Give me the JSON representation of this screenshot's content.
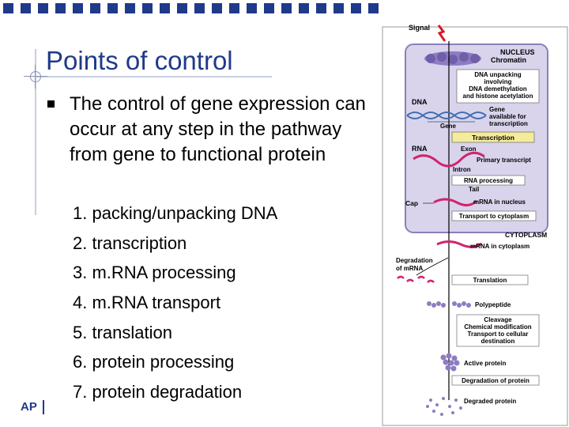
{
  "slide": {
    "title": "Points of control",
    "body": "The control of gene expression can occur at any step in the pathway from gene to functional protein",
    "list": [
      "1.  packing/unpacking DNA",
      "2.  transcription",
      "3.  m.RNA processing",
      "4.  m.RNA transport",
      "5.  translation",
      "6.  protein processing",
      "7.  protein degradation"
    ],
    "footer": "AP"
  },
  "figure": {
    "signal": "Signal",
    "nucleus": "NUCLEUS",
    "chromatin": "Chromatin",
    "dna_unpacking": [
      "DNA unpacking",
      "involving",
      "DNA demethylation",
      "and histone acetylation"
    ],
    "dna": "DNA",
    "gene_available": [
      "Gene",
      "available for",
      "transcription"
    ],
    "gene": "Gene",
    "transcription": "Transcription",
    "rna": "RNA",
    "exon": "Exon",
    "primary_transcript": "Primary transcript",
    "intron": "Intron",
    "rna_processing": "RNA processing",
    "tail": "Tail",
    "cap": "Cap",
    "mrna_nucleus": "mRNA in nucleus",
    "transport": "Transport to cytoplasm",
    "cytoplasm": "CYTOPLASM",
    "mrna_cytoplasm": "mRNA in cytoplasm",
    "degradation_mrna": [
      "Degradation",
      "of mRNA"
    ],
    "translation": "Translation",
    "polypeptide": "Polypeptide",
    "cleavage": [
      "Cleavage",
      "Chemical modification",
      "Transport to cellular",
      "destination"
    ],
    "active_protein": "Active protein",
    "degradation_protein": "Degradation of protein",
    "degraded_protein": "Degraded protein"
  },
  "colors": {
    "title_blue": "#1f3a8a",
    "nucleus_fill": "#d9d4ec",
    "transcription_box": "#f4ec9a",
    "mrna_magenta": "#d0246f",
    "signal_red": "#d9182b",
    "protein_purple": "#8e7cc3"
  }
}
